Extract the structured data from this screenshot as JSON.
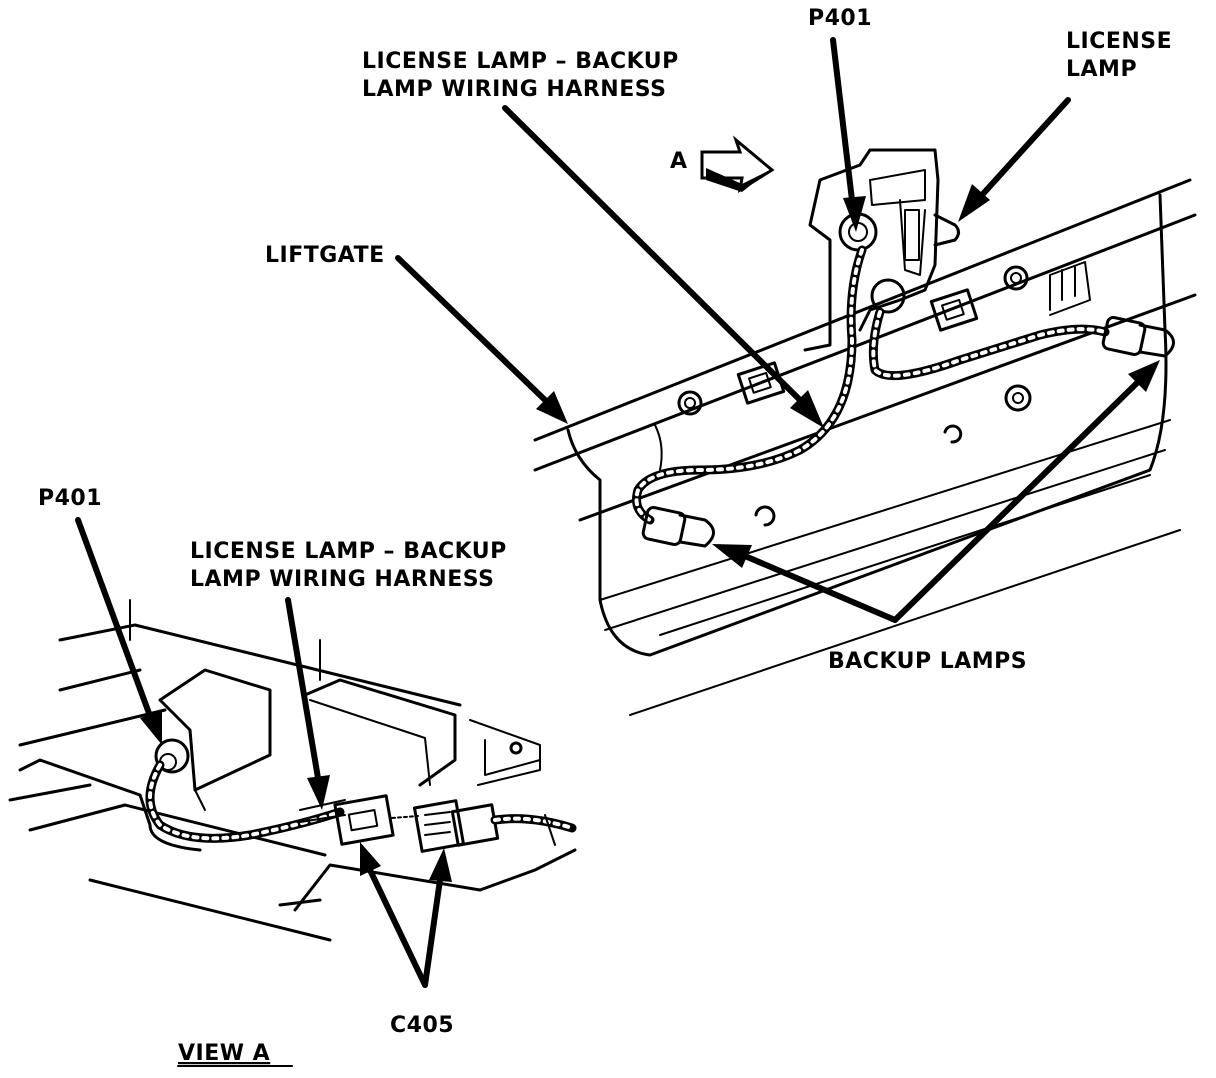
{
  "labels": {
    "p401_top": "P401",
    "license_lamp_line1": "LICENSE",
    "license_lamp_line2": "LAMP",
    "harness_top_line1": "LICENSE LAMP – BACKUP",
    "harness_top_line2": "LAMP WIRING HARNESS",
    "view_arrow": "A",
    "liftgate": "LIFTGATE",
    "backup_lamps": "BACKUP LAMPS",
    "p401_left": "P401",
    "harness_left_line1": "LICENSE LAMP – BACKUP",
    "harness_left_line2": "LAMP WIRING HARNESS",
    "c405": "C405",
    "view_a": "VIEW A"
  },
  "icons": {
    "view_direction": "view-direction-arrow-icon",
    "lamp_bulb": "lamp-bulb-icon",
    "connector": "connector-icon"
  }
}
